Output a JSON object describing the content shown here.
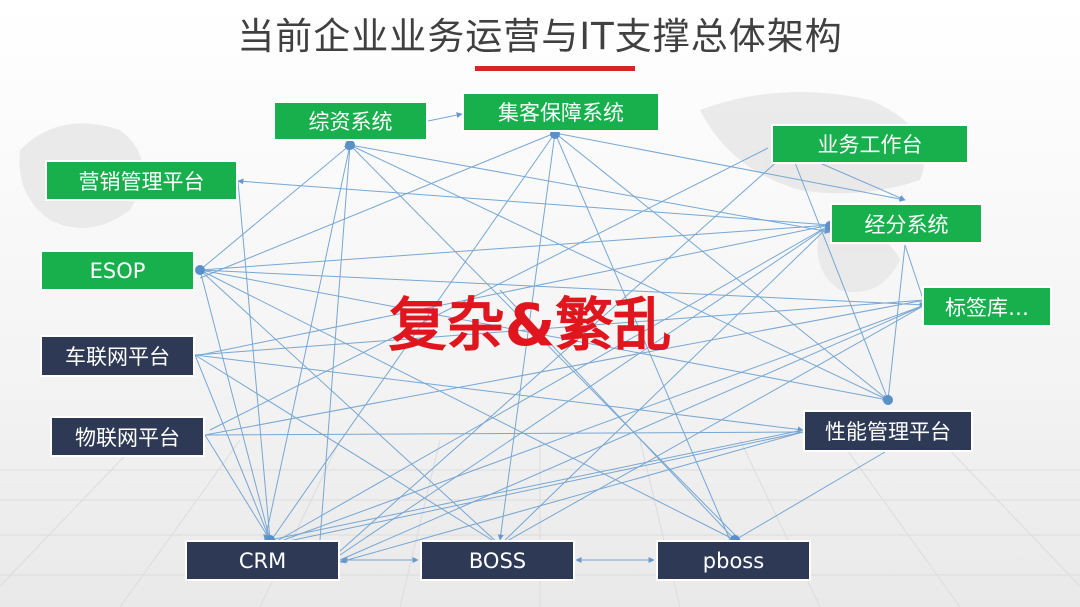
{
  "title": "当前企业业务运营与IT支撑总体架构",
  "center_label": "复杂&繁乱",
  "colors": {
    "green_node": "#17b04d",
    "navy_node": "#2e3a55",
    "edge": "#6a9fd0",
    "title_rule": "#d3262b",
    "center_text": "#e0151d"
  },
  "nodes": {
    "zongzi": "综资系统",
    "jike": "集客保障系统",
    "yingxiao": "营销管理平台",
    "yewu": "业务工作台",
    "jingfen": "经分系统",
    "esop": "ESOP",
    "biaoqian": "标签库…",
    "chelian": "车联网平台",
    "wulian": "物联网平台",
    "xingneng": "性能管理平台",
    "crm": "CRM",
    "boss": "BOSS",
    "pboss": "pboss"
  }
}
